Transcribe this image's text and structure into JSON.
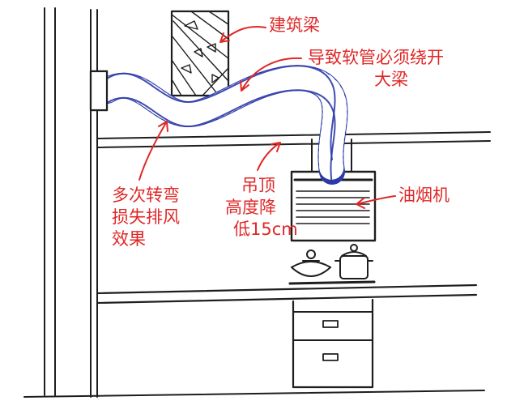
{
  "colors": {
    "ink": "#1e1e1e",
    "annotation": "#e02828",
    "duct": "#2b3aa8",
    "duct_highlight": "#ffffff",
    "background": "#ffffff"
  },
  "labels": {
    "beam": "建筑梁",
    "duct_route": [
      "导致软管必须绕开",
      "大梁"
    ],
    "range_hood": "油烟机",
    "ceiling_drop": [
      "吊顶",
      "高度降",
      "低15cm"
    ],
    "bends": [
      "多次转弯",
      "损失排风",
      "效果"
    ]
  }
}
